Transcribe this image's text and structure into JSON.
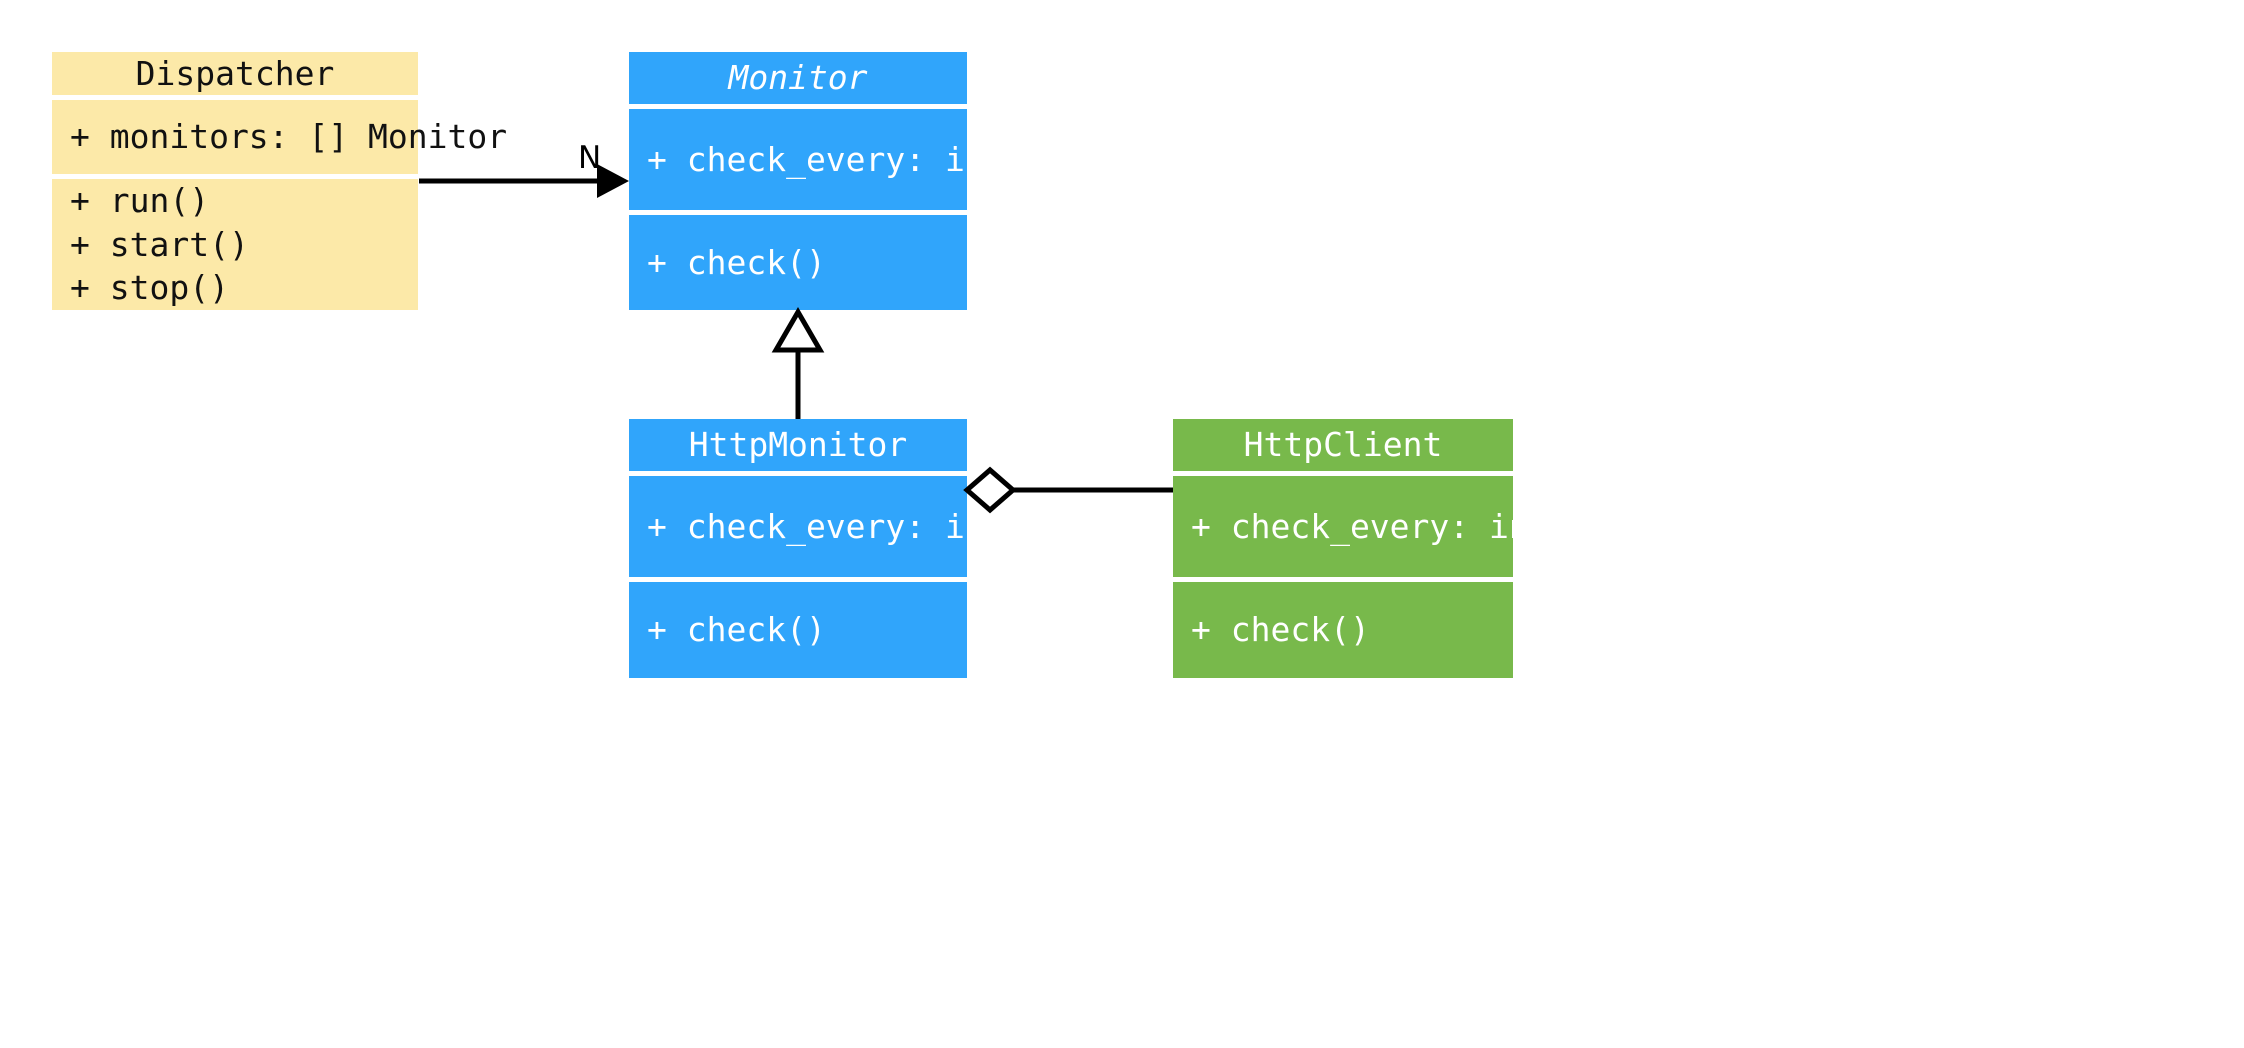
{
  "diagram": {
    "type": "uml-class-diagram",
    "background": "#ffffff",
    "classes": [
      {
        "id": "dispatcher",
        "name": "Dispatcher",
        "abstract": false,
        "fill": "#fce9a8",
        "text_color": "#111111",
        "attributes": [
          "+ monitors: [] Monitor"
        ],
        "operations": [
          "+ run()",
          "+ start()",
          "+ stop()"
        ]
      },
      {
        "id": "monitor",
        "name": "Monitor",
        "abstract": true,
        "fill": "#30a5fb",
        "text_color": "#ffffff",
        "attributes": [
          "+ check_every: int"
        ],
        "operations": [
          "+ check()"
        ]
      },
      {
        "id": "httpmonitor",
        "name": "HttpMonitor",
        "abstract": false,
        "fill": "#30a5fb",
        "text_color": "#ffffff",
        "attributes": [
          "+ check_every: int"
        ],
        "operations": [
          "+ check()"
        ]
      },
      {
        "id": "httpclient",
        "name": "HttpClient",
        "abstract": false,
        "fill": "#78b94b",
        "text_color": "#ffffff",
        "attributes": [
          "+ check_every: int"
        ],
        "operations": [
          "+ check()"
        ]
      }
    ],
    "relationships": [
      {
        "id": "dispatcher-monitor",
        "kind": "association",
        "from": "Dispatcher",
        "to": "Monitor",
        "arrowhead": "filled-triangle",
        "label": "N",
        "line_color": "#000000"
      },
      {
        "id": "httpmonitor-monitor",
        "kind": "inheritance",
        "from": "HttpMonitor",
        "to": "Monitor",
        "arrowhead": "hollow-triangle",
        "label": "",
        "line_color": "#000000"
      },
      {
        "id": "httpmonitor-httpclient",
        "kind": "aggregation",
        "from": "HttpMonitor",
        "to": "HttpClient",
        "arrowhead": "hollow-diamond",
        "label": "",
        "line_color": "#000000"
      }
    ]
  }
}
